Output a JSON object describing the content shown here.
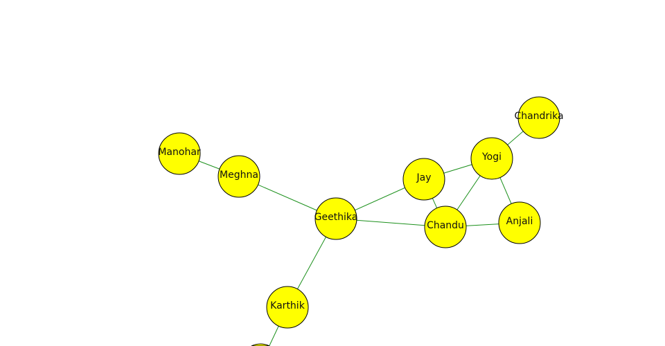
{
  "graph": {
    "node_color": "#ffff00",
    "edge_color": "#1a8f1a",
    "nodes": [
      {
        "id": "manohar",
        "label": "Manohar"
      },
      {
        "id": "meghna",
        "label": "Meghna"
      },
      {
        "id": "geethika",
        "label": "Geethika"
      },
      {
        "id": "jay",
        "label": "Jay"
      },
      {
        "id": "yogi",
        "label": "Yogi"
      },
      {
        "id": "chandrika",
        "label": "Chandrika"
      },
      {
        "id": "chandu",
        "label": "Chandu"
      },
      {
        "id": "anjali",
        "label": "Anjali"
      },
      {
        "id": "karthik",
        "label": "Karthik"
      },
      {
        "id": "offscreen",
        "label": ""
      }
    ],
    "edges": [
      [
        "manohar",
        "meghna"
      ],
      [
        "meghna",
        "geethika"
      ],
      [
        "geethika",
        "jay"
      ],
      [
        "geethika",
        "chandu"
      ],
      [
        "geethika",
        "karthik"
      ],
      [
        "karthik",
        "offscreen"
      ],
      [
        "jay",
        "yogi"
      ],
      [
        "jay",
        "chandu"
      ],
      [
        "yogi",
        "chandu"
      ],
      [
        "yogi",
        "anjali"
      ],
      [
        "chandu",
        "anjali"
      ],
      [
        "yogi",
        "chandrika"
      ]
    ]
  }
}
